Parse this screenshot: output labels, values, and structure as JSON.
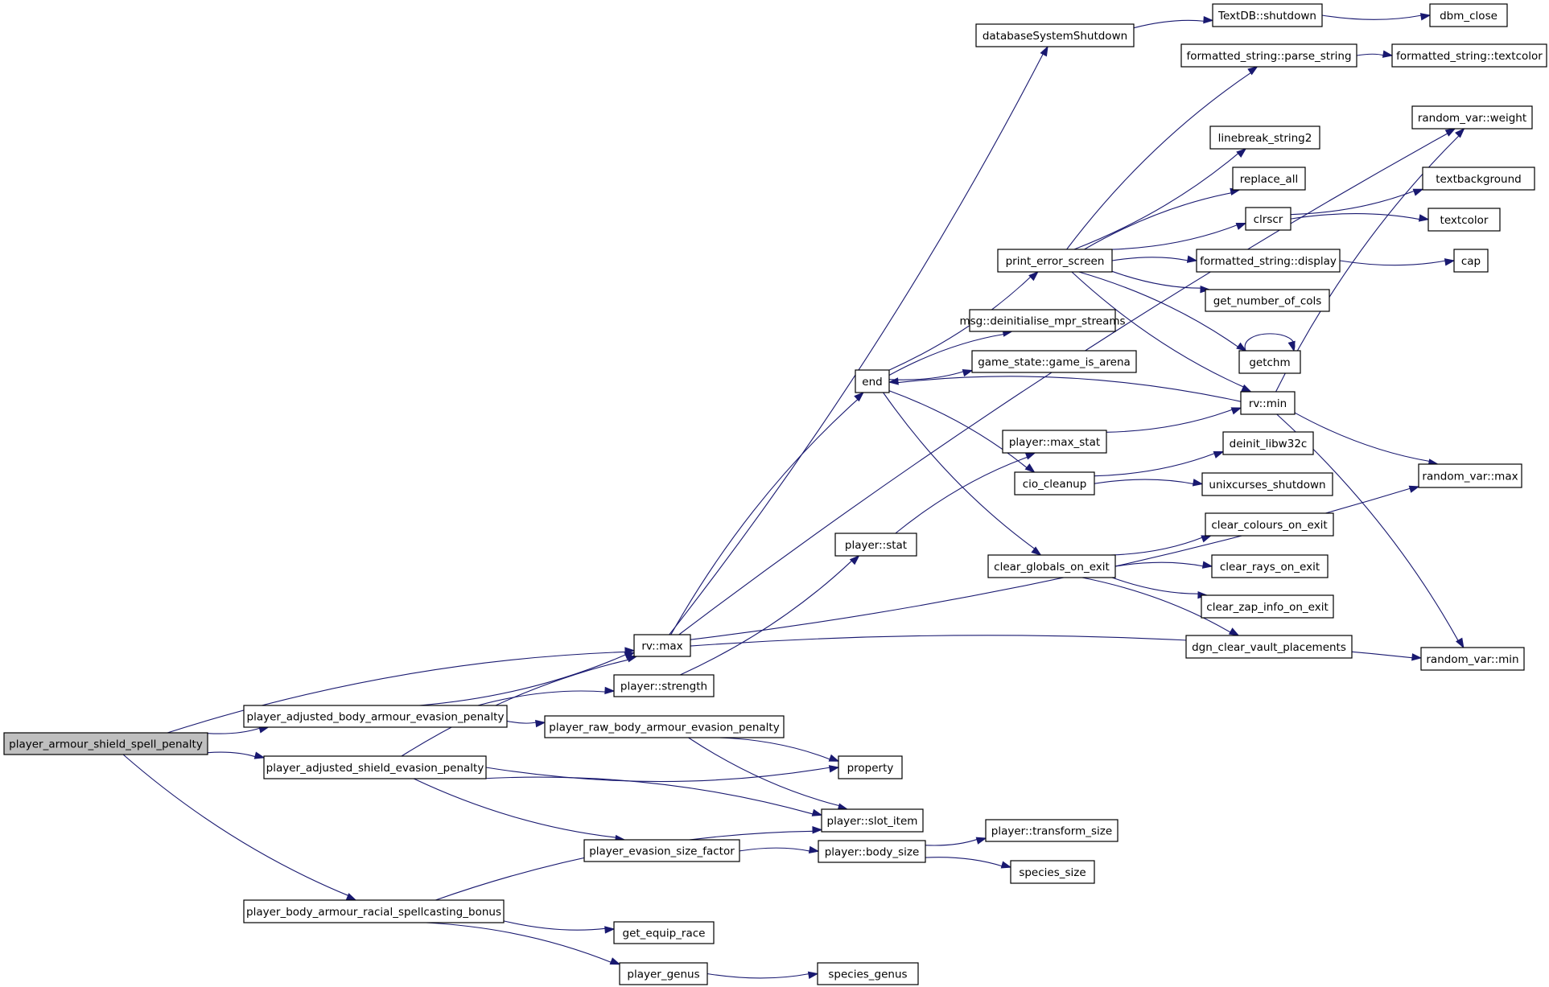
{
  "diagram": {
    "nodes": [
      {
        "id": "n0",
        "label": "player_armour_shield_spell_penalty",
        "root": true
      },
      {
        "id": "n1",
        "label": "player_adjusted_body_armour_evasion_penalty"
      },
      {
        "id": "n2",
        "label": "player_adjusted_shield_evasion_penalty"
      },
      {
        "id": "n3",
        "label": "player_body_armour_racial_spellcasting_bonus"
      },
      {
        "id": "n4",
        "label": "rv::max"
      },
      {
        "id": "n5",
        "label": "player::strength"
      },
      {
        "id": "n6",
        "label": "player_raw_body_armour_evasion_penalty"
      },
      {
        "id": "n7",
        "label": "player_evasion_size_factor"
      },
      {
        "id": "n8",
        "label": "get_equip_race"
      },
      {
        "id": "n9",
        "label": "player_genus"
      },
      {
        "id": "n10",
        "label": "species_genus"
      },
      {
        "id": "n11",
        "label": "property"
      },
      {
        "id": "n12",
        "label": "player::slot_item"
      },
      {
        "id": "n13",
        "label": "player::body_size"
      },
      {
        "id": "n14",
        "label": "player::transform_size"
      },
      {
        "id": "n15",
        "label": "species_size"
      },
      {
        "id": "n16",
        "label": "player::stat"
      },
      {
        "id": "n17",
        "label": "player::max_stat"
      },
      {
        "id": "n18",
        "label": "end"
      },
      {
        "id": "n19",
        "label": "databaseSystemShutdown"
      },
      {
        "id": "n20",
        "label": "TextDB::shutdown"
      },
      {
        "id": "n21",
        "label": "dbm_close"
      },
      {
        "id": "n22",
        "label": "print_error_screen"
      },
      {
        "id": "n23",
        "label": "msg::deinitialise_mpr_streams"
      },
      {
        "id": "n24",
        "label": "game_state::game_is_arena"
      },
      {
        "id": "n25",
        "label": "cio_cleanup"
      },
      {
        "id": "n26",
        "label": "clear_globals_on_exit"
      },
      {
        "id": "n27",
        "label": "formatted_string::parse_string"
      },
      {
        "id": "n28",
        "label": "formatted_string::textcolor"
      },
      {
        "id": "n29",
        "label": "linebreak_string2"
      },
      {
        "id": "n30",
        "label": "replace_all"
      },
      {
        "id": "n31",
        "label": "clrscr"
      },
      {
        "id": "n32",
        "label": "formatted_string::display"
      },
      {
        "id": "n33",
        "label": "get_number_of_cols"
      },
      {
        "id": "n34",
        "label": "getchm"
      },
      {
        "id": "n35",
        "label": "rv::min"
      },
      {
        "id": "n36",
        "label": "deinit_libw32c"
      },
      {
        "id": "n37",
        "label": "unixcurses_shutdown"
      },
      {
        "id": "n38",
        "label": "clear_colours_on_exit"
      },
      {
        "id": "n39",
        "label": "clear_rays_on_exit"
      },
      {
        "id": "n40",
        "label": "clear_zap_info_on_exit"
      },
      {
        "id": "n41",
        "label": "dgn_clear_vault_placements"
      },
      {
        "id": "n42",
        "label": "textbackground"
      },
      {
        "id": "n43",
        "label": "textcolor"
      },
      {
        "id": "n44",
        "label": "cap"
      },
      {
        "id": "n45",
        "label": "random_var::weight"
      },
      {
        "id": "n46",
        "label": "random_var::max"
      },
      {
        "id": "n47",
        "label": "random_var::min"
      }
    ],
    "edges": [
      [
        "n0",
        "n1"
      ],
      [
        "n0",
        "n2"
      ],
      [
        "n0",
        "n3"
      ],
      [
        "n0",
        "n4"
      ],
      [
        "n1",
        "n4"
      ],
      [
        "n1",
        "n5"
      ],
      [
        "n1",
        "n6"
      ],
      [
        "n2",
        "n4"
      ],
      [
        "n2",
        "n11"
      ],
      [
        "n2",
        "n12"
      ],
      [
        "n2",
        "n7"
      ],
      [
        "n3",
        "n12"
      ],
      [
        "n3",
        "n8"
      ],
      [
        "n3",
        "n9"
      ],
      [
        "n9",
        "n10"
      ],
      [
        "n6",
        "n11"
      ],
      [
        "n6",
        "n12"
      ],
      [
        "n7",
        "n13"
      ],
      [
        "n13",
        "n14"
      ],
      [
        "n13",
        "n15"
      ],
      [
        "n5",
        "n16"
      ],
      [
        "n16",
        "n17"
      ],
      [
        "n17",
        "n35"
      ],
      [
        "n4",
        "n18"
      ],
      [
        "n4",
        "n19"
      ],
      [
        "n4",
        "n45"
      ],
      [
        "n4",
        "n46"
      ],
      [
        "n4",
        "n47"
      ],
      [
        "n18",
        "n22"
      ],
      [
        "n18",
        "n23"
      ],
      [
        "n18",
        "n24"
      ],
      [
        "n18",
        "n25"
      ],
      [
        "n18",
        "n26"
      ],
      [
        "n19",
        "n20"
      ],
      [
        "n20",
        "n21"
      ],
      [
        "n22",
        "n27"
      ],
      [
        "n22",
        "n29"
      ],
      [
        "n22",
        "n30"
      ],
      [
        "n22",
        "n31"
      ],
      [
        "n22",
        "n32"
      ],
      [
        "n22",
        "n33"
      ],
      [
        "n22",
        "n34"
      ],
      [
        "n22",
        "n35"
      ],
      [
        "n27",
        "n28"
      ],
      [
        "n31",
        "n42"
      ],
      [
        "n31",
        "n43"
      ],
      [
        "n32",
        "n44"
      ],
      [
        "n34",
        "n34"
      ],
      [
        "n35",
        "n18"
      ],
      [
        "n35",
        "n45"
      ],
      [
        "n35",
        "n46"
      ],
      [
        "n35",
        "n47"
      ],
      [
        "n25",
        "n36"
      ],
      [
        "n25",
        "n37"
      ],
      [
        "n26",
        "n38"
      ],
      [
        "n26",
        "n39"
      ],
      [
        "n26",
        "n40"
      ],
      [
        "n26",
        "n41"
      ]
    ]
  }
}
